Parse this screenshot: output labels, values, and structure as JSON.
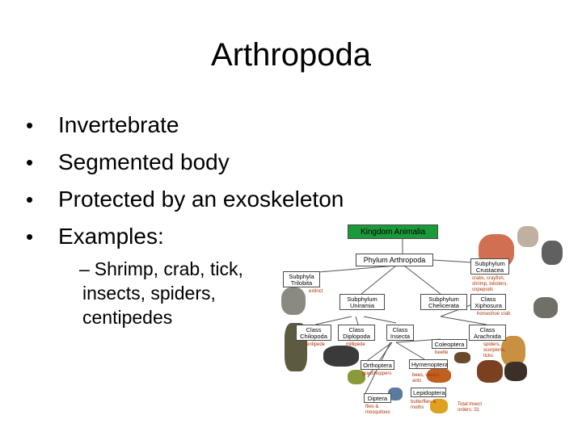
{
  "slide": {
    "title": "Arthropoda",
    "bullets": [
      "Invertebrate",
      "Segmented body",
      "Protected by an exoskeleton",
      "Examples:"
    ],
    "sub_bullet": {
      "line1": "Shrimp, crab, tick,",
      "line2": "insects, spiders,",
      "line3": "centipedes"
    }
  },
  "diagram": {
    "kingdom": "Kingdom Animalia",
    "phylum": "Phylum Arthropoda",
    "subphyla": [
      {
        "l1": "Subphyla",
        "l2": "Trilobita",
        "note": "extinct"
      },
      {
        "l1": "Subphylum",
        "l2": "Uniramia"
      },
      {
        "l1": "Subphylum",
        "l2": "Chelicerata"
      },
      {
        "l1": "Subphylum",
        "l2": "Crustacea",
        "note": "crabs, crayfish, shrimp, lobsters, copepods"
      }
    ],
    "classes": [
      {
        "l1": "Class",
        "l2": "Chilopoda",
        "note": "centipede"
      },
      {
        "l1": "Class",
        "l2": "Diplopoda",
        "note": "millipede"
      },
      {
        "l1": "Class",
        "l2": "Insecta"
      },
      {
        "l1": "Class",
        "l2": "Xiphosura",
        "note": "horseshoe crab"
      },
      {
        "l1": "Class",
        "l2": "Arachnida",
        "note": "spiders, scorpions, ticks"
      }
    ],
    "orders": [
      {
        "label": "Coleoptera",
        "note": "beetle"
      },
      {
        "label": "Orthoptera",
        "note": "grasshoppers"
      },
      {
        "label": "Hymenoptera",
        "note": "bees, wasps, ants"
      },
      {
        "label": "Lepidoptera",
        "note": "butterflies & moths"
      },
      {
        "label": "Diptera",
        "note": "flies & mosquitoes"
      }
    ],
    "footnote": "Total insect orders: 31",
    "colors": {
      "root_fill": "#1a9a3a",
      "line": "#555555",
      "note": "#b03000"
    }
  }
}
